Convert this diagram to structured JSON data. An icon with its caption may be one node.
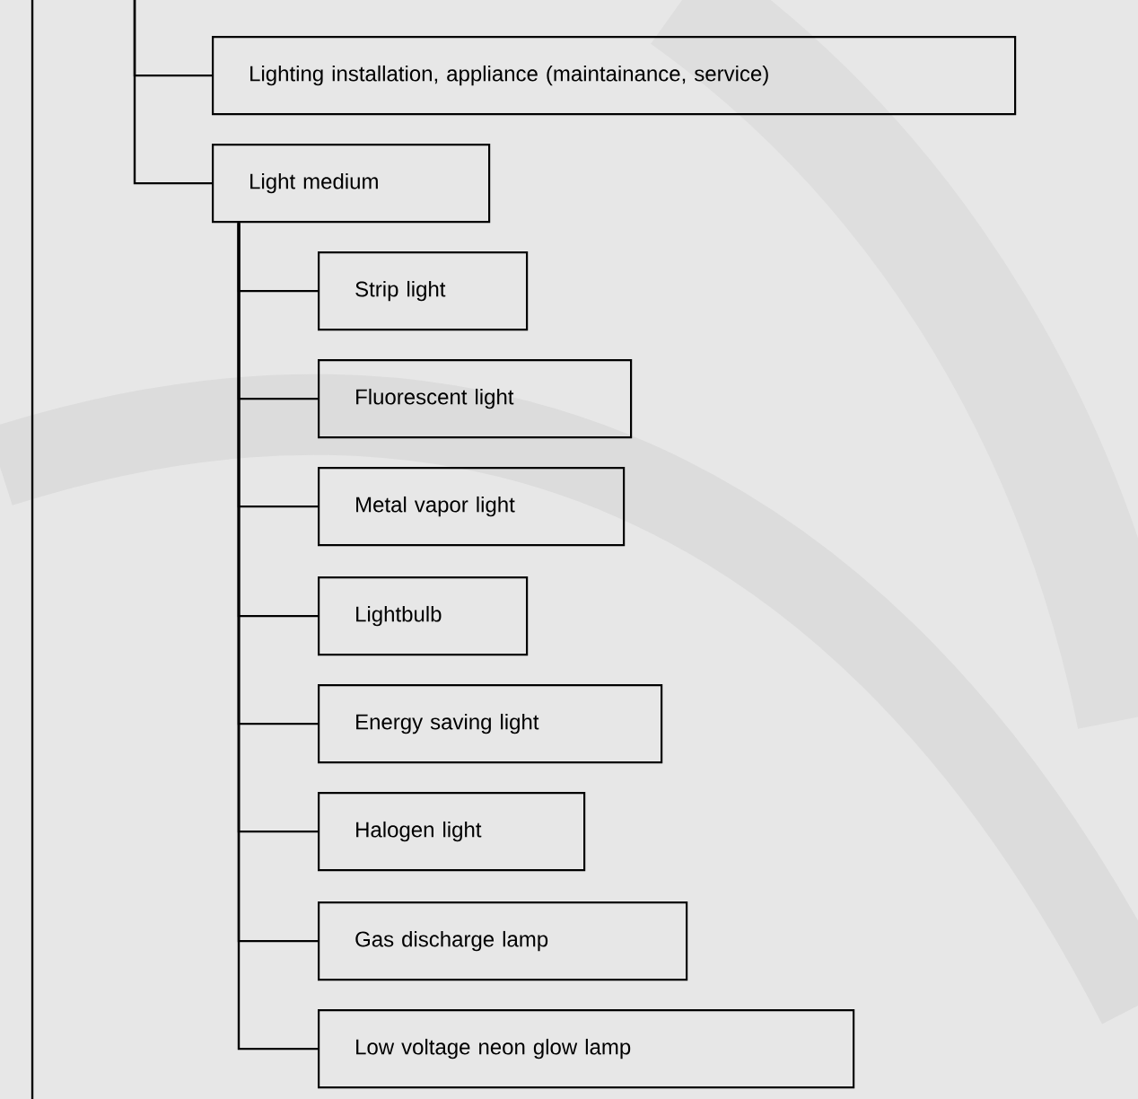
{
  "diagram": {
    "nodes": [
      {
        "text": [
          "Lighting installation, appliance (maintainance, service)"
        ]
      },
      {
        "text": [
          "Light medium"
        ]
      },
      {
        "text": [
          "Strip light"
        ]
      },
      {
        "text": [
          "Fluorescent light"
        ]
      },
      {
        "text": [
          "Metal vapor light"
        ]
      },
      {
        "text": [
          "Lightbulb"
        ]
      },
      {
        "text": [
          "Energy saving light"
        ]
      },
      {
        "text": [
          "Halogen light"
        ]
      },
      {
        "text": [
          "Gas discharge lamp"
        ]
      },
      {
        "text": [
          "Low voltage neon glow lamp"
        ]
      }
    ],
    "edges": [
      {
        "from": null,
        "to": 0,
        "arrow": "none"
      },
      {
        "from": null,
        "to": 1,
        "arrow": "none"
      },
      {
        "from": 1,
        "to": 2,
        "arrow": "none"
      },
      {
        "from": 1,
        "to": 3,
        "arrow": "none"
      },
      {
        "from": 1,
        "to": 4,
        "arrow": "none"
      },
      {
        "from": 1,
        "to": 5,
        "arrow": "none"
      },
      {
        "from": 1,
        "to": 6,
        "arrow": "none"
      },
      {
        "from": 1,
        "to": 7,
        "arrow": "none"
      },
      {
        "from": 1,
        "to": 8,
        "arrow": "none"
      },
      {
        "from": 1,
        "to": 9,
        "arrow": "none"
      }
    ]
  }
}
